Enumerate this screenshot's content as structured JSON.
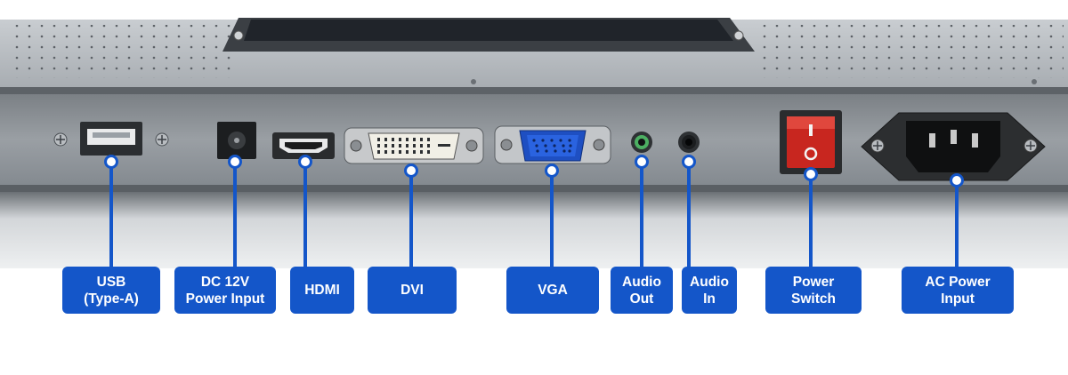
{
  "ports": [
    {
      "id": "usb",
      "label": "USB\n(Type-A)"
    },
    {
      "id": "dc",
      "label": "DC 12V\nPower Input"
    },
    {
      "id": "hdmi",
      "label": "HDMI"
    },
    {
      "id": "dvi",
      "label": "DVI"
    },
    {
      "id": "vga",
      "label": "VGA"
    },
    {
      "id": "audio-out",
      "label": "Audio\nOut"
    },
    {
      "id": "audio-in",
      "label": "Audio\nIn"
    },
    {
      "id": "power-switch",
      "label": "Power\nSwitch"
    },
    {
      "id": "ac-power",
      "label": "AC Power\nInput"
    }
  ],
  "colors": {
    "label_bg": "#1456c9",
    "label_text": "#ffffff",
    "panel": "#8f9499",
    "switch_red": "#c8261f",
    "vga_blue": "#1e4fc2",
    "audio_out_ring": "#4caf62"
  }
}
